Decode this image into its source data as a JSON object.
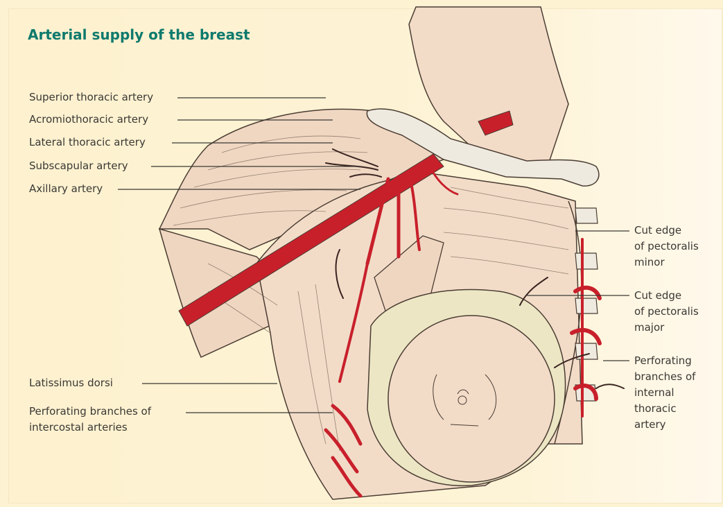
{
  "title": "Arterial supply of the breast",
  "labels": {
    "superior_thoracic": "Superior thoracic artery",
    "acromiothoracic": "Acromiothoracic artery",
    "lateral_thoracic": "Lateral thoracic artery",
    "subscapular": "Subscapular artery",
    "axillary": "Axillary artery",
    "latissimus": "Latissimus dorsi",
    "perforating_intercostal": [
      "Perforating branches of",
      "intercostal arteries"
    ],
    "pectoralis_minor": [
      "Cut edge",
      "of pectoralis",
      "minor"
    ],
    "pectoralis_major": [
      "Cut edge",
      "of pectoralis",
      "major"
    ],
    "perforating_internal": [
      "Perforating",
      "branches of",
      "internal",
      "thoracic",
      "artery"
    ]
  },
  "colors": {
    "artery": "#c8202b",
    "skin": "#f2dcc8",
    "title": "#0e7a6d",
    "background": "#fdf3d3"
  }
}
